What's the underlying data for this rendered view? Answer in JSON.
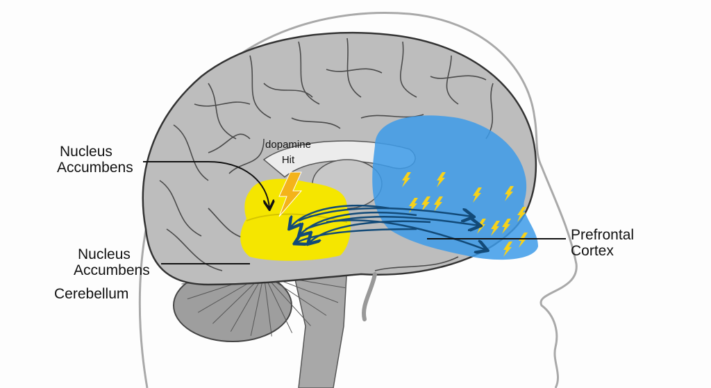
{
  "labels": {
    "nucleus_accumbens_top": [
      "Nucleus",
      "Accumbens"
    ],
    "nucleus_accumbens_bottom": [
      "Nucleus",
      "Accumbens"
    ],
    "cerebellum": "Cerebellum",
    "dopamine_hit": [
      "dopamine",
      "Hit"
    ],
    "prefrontal_cortex": [
      "Prefrontal",
      "Cortex"
    ]
  },
  "colors": {
    "reward_region": "#f5e600",
    "prefrontal_region": "#3d9be9",
    "brain": "#b9b9b9",
    "bolt": "#f7d21a",
    "arrow": "#124a78"
  }
}
